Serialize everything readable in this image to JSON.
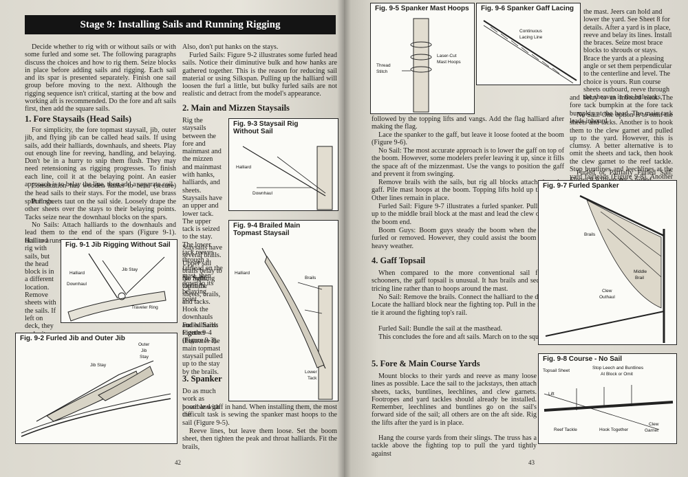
{
  "left": {
    "banner": "Stage 9: Installing Sails and Running Rigging",
    "p_intro": "Decide whether to rig with or without sails or with some furled and some set. The following paragraphs discuss the choices and how to rig them. Seize blocks in place before adding sails and rigging. Each sail and its spar is presented separately. Finish one sail group before moving to the next. Although the rigging sequence isn't critical, starting at the bow and working aft is recommended. Do the fore and aft sails first, then add the square sails.",
    "h1": "1. Fore Staysails (Head Sails)",
    "p_fore1": "For simplicity, the fore topmast staysail, jib, outer jib, and flying jib can be called head sails. If using sails, add their halliards, downhauls, and sheets. Play out enough line for reeving, handling, and belaying. Don't be in a hurry to snip them flush. They may need retensioning as rigging progresses. To finish each line, coil it at the belaying point. An easier approach is to belay the line, then add a separate coil.",
    "p_fore2": "Constitution has wooden hanks to bend (secure) the head sails to their stays. For the model, use brass split rings.",
    "p_fore3": "Pull sheets taut on the sail side. Loosely drape the other sheets over the stays to their belaying points. Tacks seize near the downhaul blocks on the spars.",
    "p_nosail1": "No Sails: Attach halliards to the downhauls and lead them to the end of the spars (Figure 9-1). Halliard runs are iden-",
    "p_nosail2": "tical to a rig with sails, but the head block is in a different location. Remove sheets with the sails. If left on deck, they make it look cluttered.",
    "p_col2a": "Also, don't put hanks on the stays.",
    "p_col2b": "Furled Sails: Figure 9-2 illustrates some furled head sails. Notice their diminutive bulk and how hanks are gathered together. This is the reason for reducing sail material or using Silkspan. Pulling up the halliard will loosen the furl a little, but bulky furled sails are not realistic and detract from the model's appearance.",
    "h2": "2. Main and Mizzen Staysails",
    "p_stay1": "Rig the staysails between the fore and mainmast and the mizzen and mainmast with hanks, halliards, and sheets. Staysails have an upper and lower tack. The upper tack is seized to the stay. The lower tack reeves through a fairlead on the mast, then down to its belaying point.",
    "p_stay2": "Staysails have several brails. Upper sail brails belay to the fighting top rails.",
    "p_stay3": "No Sails: Omit the sheets, brails, and tacks. Hook the downhauls and halliards together (Figure 9-3).",
    "p_stay4": "Furled Sails: Figure 9-4 illustrates the main topmast staysail pulled up to the stay by the brails.",
    "h3": "3. Spanker",
    "p_span1": "Do as much work as possible with the",
    "p_span2": "boom and gaff in hand. When installing them, the most difficult task is sewing the spanker mast hoops to the sail (Figure 9-5).",
    "p_span3": "Reeve lines, but leave them loose. Set the boom sheet, then tighten the peak and throat halliards. Fit the brails,",
    "page_num": "42",
    "fig91": {
      "title": "Fig. 9-1 Jib Rigging Without Sail",
      "labels": [
        "Halliard",
        "Jib Stay",
        "Downhaul",
        "Traveler Ring"
      ]
    },
    "fig92": {
      "title": "Fig. 9-2 Furled Jib and Outer Jib",
      "labels": [
        "Outer",
        "Jib",
        "Stay",
        "Jib Stay"
      ]
    },
    "fig93": {
      "title": "Fig. 9-3 Staysail Rig Without Sail",
      "labels": [
        "Halliard",
        "Downhaul"
      ]
    },
    "fig94": {
      "title": "Fig. 9-4 Brailed Main Topmast Staysail",
      "labels": [
        "Halliard",
        "Brails",
        "Lower",
        "Tack"
      ]
    }
  },
  "right": {
    "fig95": {
      "title": "Fig. 9-5 Spanker Mast Hoops",
      "labels": [
        "Thread",
        "Stitch",
        "Laser-Cut",
        "Mast Hoops"
      ]
    },
    "fig96": {
      "title": "Fig. 9-6 Spanker Gaff Lacing",
      "labels": [
        "Continuous",
        "Lacing Line"
      ]
    },
    "p_top_right": "the mast. Jeers can hold and lower the yard. See Sheet 8 for details. After a yard is in place, reeve and belay its lines. Install the braces. Seize most brace blocks to shrouds or stays. Brace the yards at a pleasing angle or set them perpendicular to the centerline and level. The choice is yours. Run course sheets outboard, reeve through the sheaves in the bulwarks,",
    "p_r2a": "and belay to an inboard cleat. The fore tack bumpkin at the fore tack bumpkin at the head. The main tack leads inboard.",
    "p_r2b": "No Sail: One option is to omit the sheets and tacks. Another is to hook them to the clew garnet and pulled up to the yard. However, this is clumsy. A better alternative is to omit the sheets and tack, then hook the clew garnet to the reef tackle. Stop buntlines and leechlines at the yard fairleads (Figure 9-8). Another option is to omit the bunt and leechlines, but install the blocks.",
    "p_r2c": "Furled or Partially Furled Sail: Figure 9-9 illustrates a furled",
    "p_m1": "followed by the topping lifts and vangs. Add the flag halliard after making the flag.",
    "p_m2": "Lace the spanker to the gaff, but leave it loose footed at the boom (Figure 9-6).",
    "p_m3": "No Sail: The most accurate approach is to lower the gaff on top of the boom. However, some modelers prefer leaving it up, since it fills the space aft of the mizzenmast. Use the vangs to position the gaff and prevent it from swinging.",
    "p_m4": "Remove brails with the sails, but rig all blocks attached to the gaff. Pile mast hoops at the boom. Topping lifts hold up the boom. Other lines remain in place.",
    "p_m5": "Furled Sail: Figure 9-7 illustrates a furled spanker. Pull the clew up to the middle brail block at the mast and lead the clew outhaul to the boom end.",
    "p_m6": "Boom Guys: Boom guys steady the boom when the sails are furled or removed. However, they could assist the boom sheets in heavy weather.",
    "h4": "4. Gaff Topsail",
    "p_g1": "When compared to the more conventional sail found on schooners, the gaff topsail is unusual. It has brails and secures to a tricing line rather than to hoops around the mast.",
    "p_g2": "No Sail: Remove the brails. Connect the halliard to the downhaul. Locate the halliard block near the fighting top. Pull in the sheet and tie it around the fighting top's rail.",
    "p_g3": "Furled Sail: Bundle the sail at the masthead.",
    "p_g4": "This concludes the fore and aft sails. March on to the square sails.",
    "h5": "5. Fore & Main Course Yards",
    "p_y1": "Mount blocks to their yards and reeve as many loose lines as possible. Lace the sail to the jackstays, then attach sheets, tacks, buntlines, leechlines, and clew garnets. Footropes and yard tackles should already be installed. Remember, leechlines and buntlines go on the sail's forward side of the sail; all others are on the aft side. Rig the lifts after the yard is in place.",
    "p_y2": "Hang the course yards from their slings. The truss has a tackle above the fighting top to pull the yard tightly against",
    "fig97": {
      "title": "Fig. 9-7 Furled Spanker",
      "labels": [
        "Brails",
        "Middle",
        "Brail",
        "Clew",
        "Outhaul"
      ]
    },
    "fig98": {
      "title": "Fig. 9-8 Course - No Sail",
      "labels": [
        "Topsail Sheet",
        "Stop Leech and Buntlines",
        "At Block or Omit",
        "Lift",
        "Reef Tackle",
        "Hook Together",
        "Clew",
        "Garnet"
      ]
    },
    "page_num": "43"
  }
}
